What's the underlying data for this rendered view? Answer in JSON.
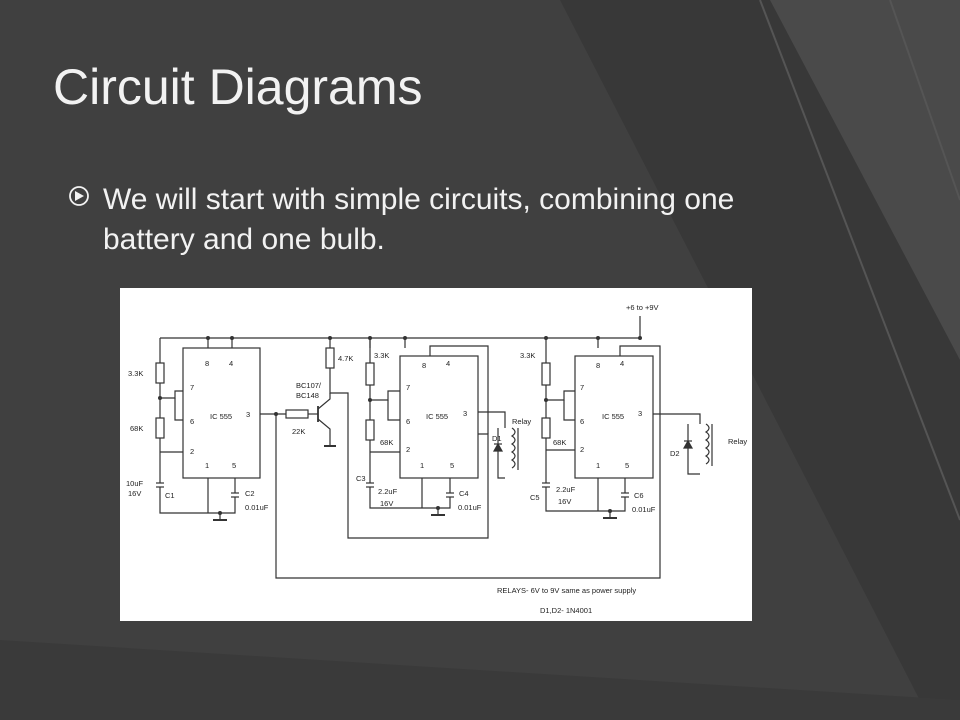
{
  "slide": {
    "title": "Circuit Diagrams",
    "bullets": [
      {
        "icon": "circle-arrow-bullet-icon",
        "text": "We will start with simple circuits, combining one battery and one bulb."
      }
    ]
  },
  "colors": {
    "background": "#404040",
    "text": "#f2f2f2",
    "wire": "#333333",
    "diagram_bg": "#ffffff"
  },
  "diagram": {
    "supply_label": "+6 to +9V",
    "stage1": {
      "r_top": "3.3K",
      "r_mid": "68K",
      "cap": "10uF",
      "cap_v": "16V",
      "cap_name": "C1",
      "ic": "IC 555",
      "cap_out": "C2",
      "cap_out_val": "0.01uF"
    },
    "transistor": {
      "r_collector": "4.7K",
      "model_a": "BC107/",
      "model_b": "BC148",
      "r_base": "22K"
    },
    "stage2": {
      "r_top": "3.3K",
      "r_mid": "68K",
      "cap_name": "C3",
      "cap": "2.2uF",
      "cap_v": "16V",
      "ic": "IC 555",
      "cap_out": "C4",
      "cap_out_val": "0.01uF",
      "relay": "Relay",
      "diode": "D1"
    },
    "stage3": {
      "r_top": "3.3K",
      "r_mid": "68K",
      "cap_name": "C5",
      "cap": "2.2uF",
      "cap_v": "16V",
      "ic": "IC 555",
      "cap_out": "C6",
      "cap_out_val": "0.01uF",
      "relay": "Relay",
      "diode": "D2"
    },
    "pins": {
      "p8": "8",
      "p4": "4",
      "p7": "7",
      "p6": "6",
      "p2": "2",
      "p1": "1",
      "p5": "5",
      "p3": "3"
    },
    "note1": "RELAYS- 6V to 9V same as power supply",
    "note2": "D1,D2- 1N4001"
  }
}
